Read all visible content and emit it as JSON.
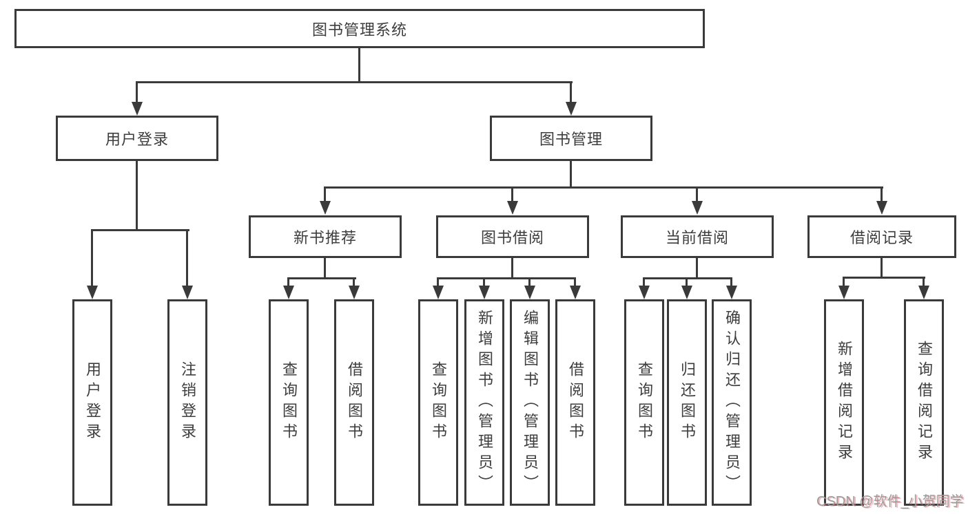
{
  "tree": {
    "root": "图书管理系统",
    "branches": [
      {
        "label": "用户登录",
        "children": [
          {
            "label": "用户登录"
          },
          {
            "label": "注销登录"
          }
        ]
      },
      {
        "label": "图书管理",
        "children": [
          {
            "label": "新书推荐",
            "children": [
              {
                "label": "查询图书"
              },
              {
                "label": "借阅图书"
              }
            ]
          },
          {
            "label": "图书借阅",
            "children": [
              {
                "label": "查询图书"
              },
              {
                "label": "新增图书（管理员）"
              },
              {
                "label": "编辑图书（管理员）"
              },
              {
                "label": "借阅图书"
              }
            ]
          },
          {
            "label": "当前借阅",
            "children": [
              {
                "label": "查询图书"
              },
              {
                "label": "归还图书"
              },
              {
                "label": "确认归还（管理员）"
              }
            ]
          },
          {
            "label": "借阅记录",
            "children": [
              {
                "label": "新增借阅记录"
              },
              {
                "label": "查询借阅记录"
              }
            ]
          }
        ]
      }
    ]
  },
  "watermark": {
    "text": "CSDN @软件_小贺同学"
  },
  "colors": {
    "line": "#3a3a3a",
    "text": "#3d3d3d",
    "watermark": "#9b9b9b"
  }
}
